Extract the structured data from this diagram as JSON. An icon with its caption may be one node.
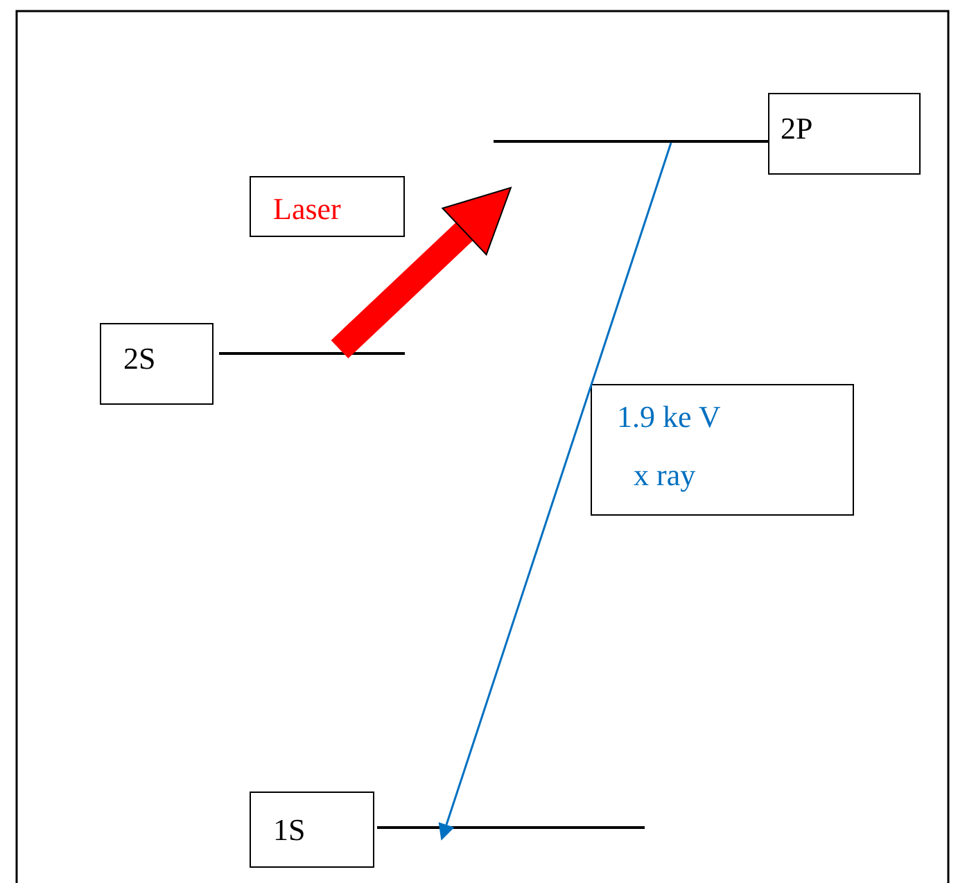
{
  "diagram": {
    "nodes": [
      {
        "text": [
          "2P"
        ]
      },
      {
        "text": [],
        "shape": "bar"
      },
      {
        "text": [
          "Laser"
        ]
      },
      {
        "text": [
          "2S"
        ]
      },
      {
        "text": [],
        "shape": "bar"
      },
      {
        "text": [
          "1.9 ke V",
          "x ray"
        ]
      },
      {
        "text": [
          "1S"
        ]
      },
      {
        "text": [],
        "shape": "bar"
      }
    ],
    "edges": [
      {
        "from": 4,
        "to": 1,
        "arrow": "to",
        "style": "thick",
        "color": "#ff0000"
      },
      {
        "from": 1,
        "to": 7,
        "arrow": "to",
        "color": "#0070c0"
      }
    ]
  }
}
